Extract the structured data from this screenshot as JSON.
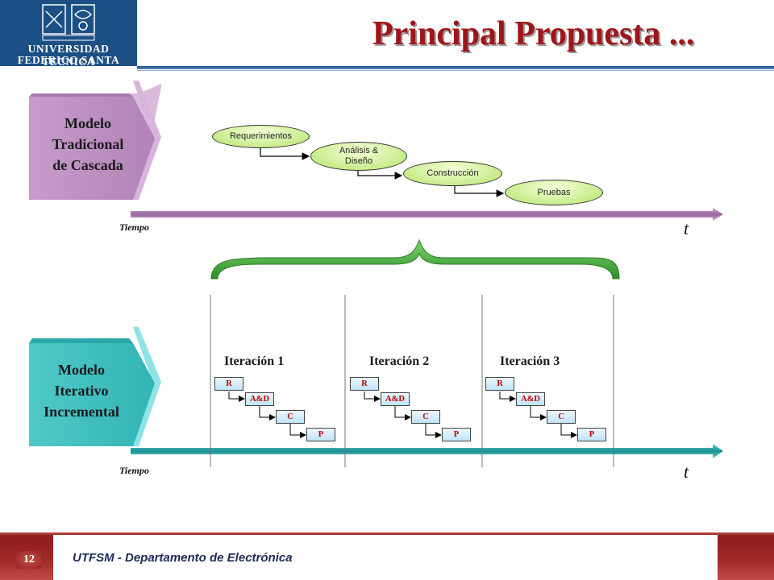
{
  "header": {
    "university_line1": "UNIVERSIDAD TECNICA",
    "university_line2": "FEDERICO SANTA MARIA",
    "title": "Principal Propuesta ..."
  },
  "waterfall": {
    "label_lines": [
      "Modelo",
      "Tradicional",
      "de Cascada"
    ],
    "phases": [
      "Requerimientos",
      "Análisis & Diseño",
      "Construcción",
      "Pruebas"
    ],
    "axis_label": "Tiempo",
    "axis_symbol": "t"
  },
  "iterative": {
    "label_lines": [
      "Modelo",
      "Iterativo",
      "Incremental"
    ],
    "iterations": [
      {
        "title": "Iteración 1",
        "steps": [
          "R",
          "A&D",
          "C",
          "P"
        ]
      },
      {
        "title": "Iteración 2",
        "steps": [
          "R",
          "A&D",
          "C",
          "P"
        ]
      },
      {
        "title": "Iteración 3",
        "steps": [
          "R",
          "A&D",
          "C",
          "P"
        ]
      }
    ],
    "axis_label": "Tiempo",
    "axis_symbol": "t"
  },
  "footer": {
    "page_number": "12",
    "text": "UTFSM - Departamento  de Electrónica"
  },
  "colors": {
    "header_blue": "#1c4f84",
    "title_red": "#a01519",
    "waterfall_purple": "#b98cbd",
    "iterative_teal": "#3fbfbe",
    "brace_green": "#4caf3a",
    "footer_red": "#9a2422"
  }
}
